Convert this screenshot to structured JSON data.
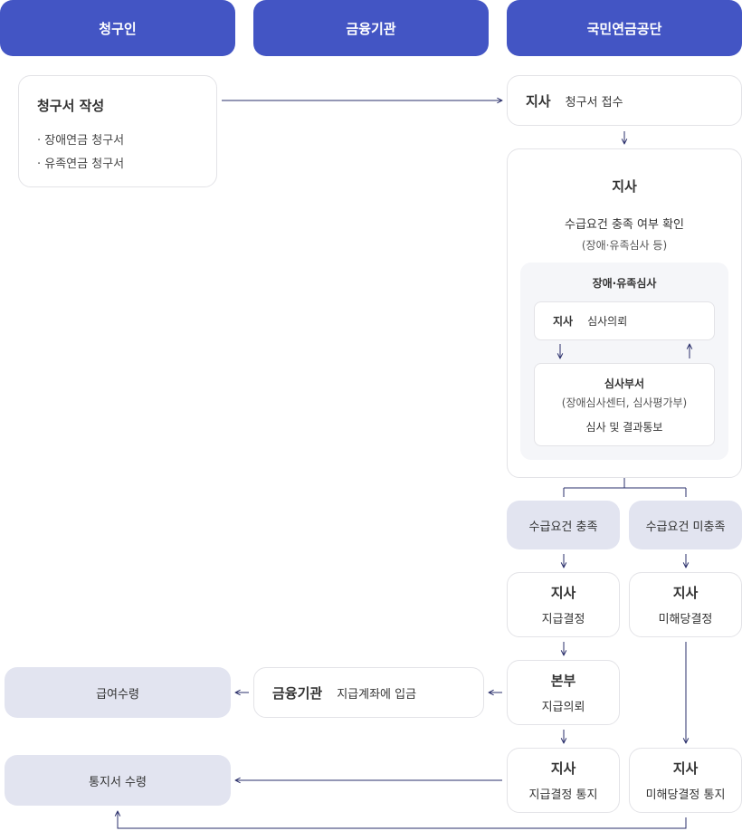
{
  "headers": {
    "claimant": "청구인",
    "bank": "금융기관",
    "nps": "국민연금공단"
  },
  "claim_box": {
    "title": "청구서 작성",
    "items": [
      "· 장애연금 청구서",
      "· 유족연금 청구서"
    ]
  },
  "receipt": {
    "office": "지사",
    "text": "청구서 접수"
  },
  "review": {
    "office": "지사",
    "text": "수급요건 충족 여부 확인",
    "sub": "(장애·유족심사 등)",
    "inner": {
      "title": "장애·유족심사",
      "request": {
        "office": "지사",
        "text": "심사의뢰"
      },
      "dept": {
        "title": "심사부서",
        "sub": "(장애심사센터, 심사평가부)",
        "text": "심사 및 결과통보"
      }
    }
  },
  "met": "수급요건 충족",
  "not_met": "수급요건 미충족",
  "pay_decision": {
    "office": "지사",
    "text": "지급결정"
  },
  "nonpay_decision": {
    "office": "지사",
    "text": "미해당결정"
  },
  "hq": {
    "office": "본부",
    "text": "지급의뢰"
  },
  "bank_deposit": {
    "name": "금융기관",
    "text": "지급계좌에 입금"
  },
  "benefit_receipt": "급여수령",
  "notice_receipt": "통지서 수령",
  "pay_notice": {
    "office": "지사",
    "text": "지급결정 통지"
  },
  "nonpay_notice": {
    "office": "지사",
    "text": "미해당결정 통지"
  },
  "colors": {
    "header": "#4355c4",
    "pill": "#e2e4f0",
    "arrow": "#2a2f6b",
    "border": "#e3e3e7"
  }
}
